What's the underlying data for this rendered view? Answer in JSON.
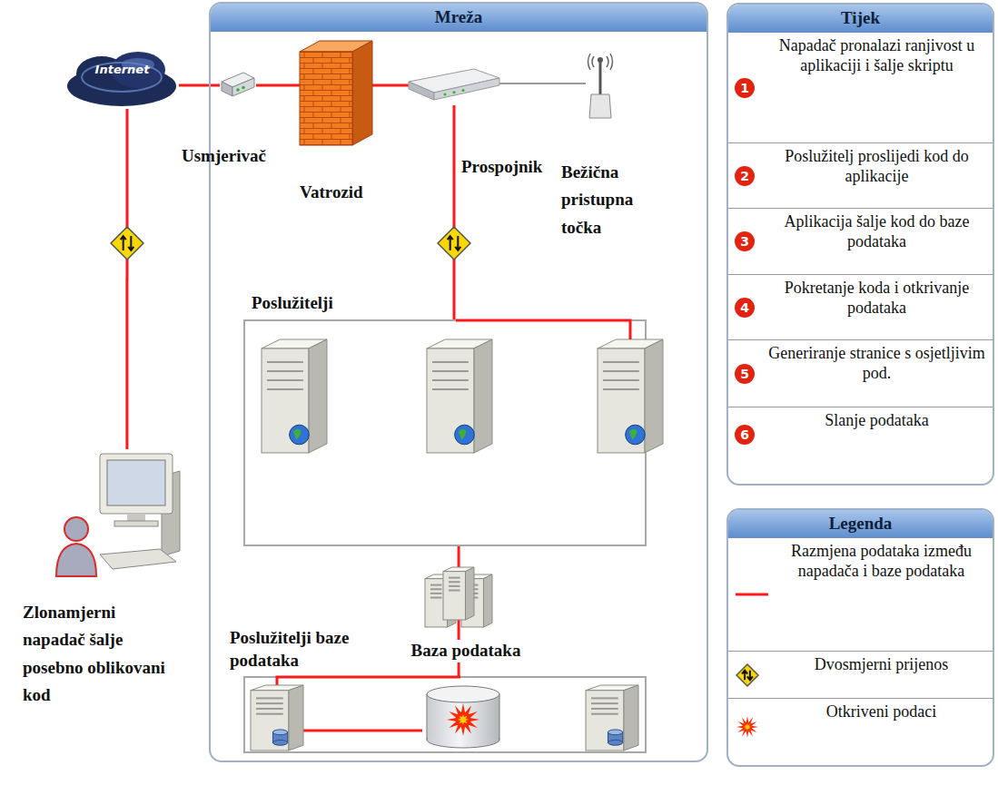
{
  "diagram": {
    "nodes": [
      {
        "text": [
          "Internet"
        ]
      },
      {
        "text": [
          "Zlonamjerni napadač šalje posebno oblikovani kod"
        ]
      },
      {
        "text": [
          "Mreža"
        ]
      },
      {
        "text": [
          "Usmjerivač"
        ],
        "in": 2
      },
      {
        "text": [
          "Vatrozid"
        ],
        "in": 2
      },
      {
        "text": [
          "Prospojnik"
        ],
        "in": 2
      },
      {
        "text": [
          "Bežična pristupna točka"
        ],
        "in": 2
      },
      {
        "text": [
          "Poslužitelji"
        ],
        "in": 2
      },
      {
        "text": [
          "Poslužitelji baze podataka"
        ],
        "in": 2
      },
      {
        "text": [
          "Baza podataka"
        ],
        "in": 8
      },
      {
        "text": [
          "Tijek"
        ]
      },
      {
        "text": [
          "1",
          "Napadač pronalazi ranjivost u aplikaciji i šalje skriptu"
        ],
        "in": 10
      },
      {
        "text": [
          "2",
          "Poslužitelj proslijedi kod do aplikacije"
        ],
        "in": 10
      },
      {
        "text": [
          "3",
          "Aplikacija šalje kod do baze podataka"
        ],
        "in": 10
      },
      {
        "text": [
          "4",
          "Pokretanje koda i otkrivanje podataka"
        ],
        "in": 10
      },
      {
        "text": [
          "5",
          "Generiranje stranice s osjetljivim pod."
        ],
        "in": 10
      },
      {
        "text": [
          "6",
          "Slanje podataka"
        ],
        "in": 10
      },
      {
        "text": [
          "Legenda"
        ]
      }
    ],
    "edges": [
      {
        "from": 0,
        "to": 3,
        "arrow": "none"
      },
      {
        "from": 3,
        "to": 4,
        "arrow": "none"
      },
      {
        "from": 4,
        "to": 5,
        "arrow": "none"
      },
      {
        "from": 5,
        "to": 6,
        "arrow": "none"
      },
      {
        "from": 0,
        "to": 1,
        "arrow": "none"
      },
      {
        "from": 5,
        "to": 7,
        "arrow": "none"
      },
      {
        "from": 7,
        "to": 8,
        "arrow": "none"
      }
    ],
    "legend": [
      {
        "text": "Razmjena podataka između napadača i baze podataka"
      },
      {
        "text": "Dvosmjerni prijenos"
      },
      {
        "text": "Otkriveni podaci"
      }
    ]
  }
}
